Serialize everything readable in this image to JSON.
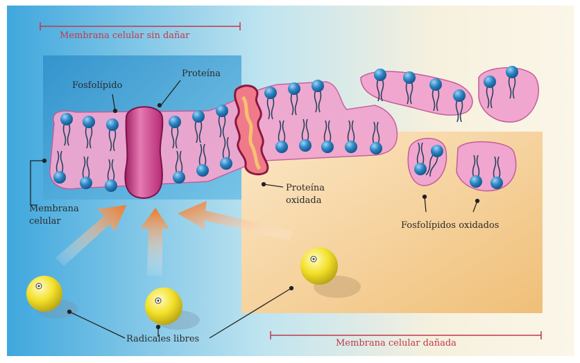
{
  "labels": {
    "undamaged_membrane": "Membrana celular sin dañar",
    "damaged_membrane": "Membrana celular dañada",
    "phospholipid": "Fosfolípido",
    "protein": "Proteína",
    "oxidized_protein_line1": "Proteína",
    "oxidized_protein_line2": "oxidada",
    "cell_membrane_line1": "Membrana",
    "cell_membrane_line2": "celular",
    "oxidized_phospholipids": "Fosfolípidos oxidados",
    "free_radicals": "Radicales libres"
  },
  "colors": {
    "healthy_panel": "#4aa8d8",
    "damaged_panel": "#f2c98a",
    "membrane": "#f0a6cf",
    "protein": "#d43c8c",
    "oxidized_protein": "#e8733a",
    "phospholipid_head": "#2c86c4",
    "radical": "#f3e12a",
    "arrow": "#ee7a2a",
    "bracket": "#c0384a"
  }
}
